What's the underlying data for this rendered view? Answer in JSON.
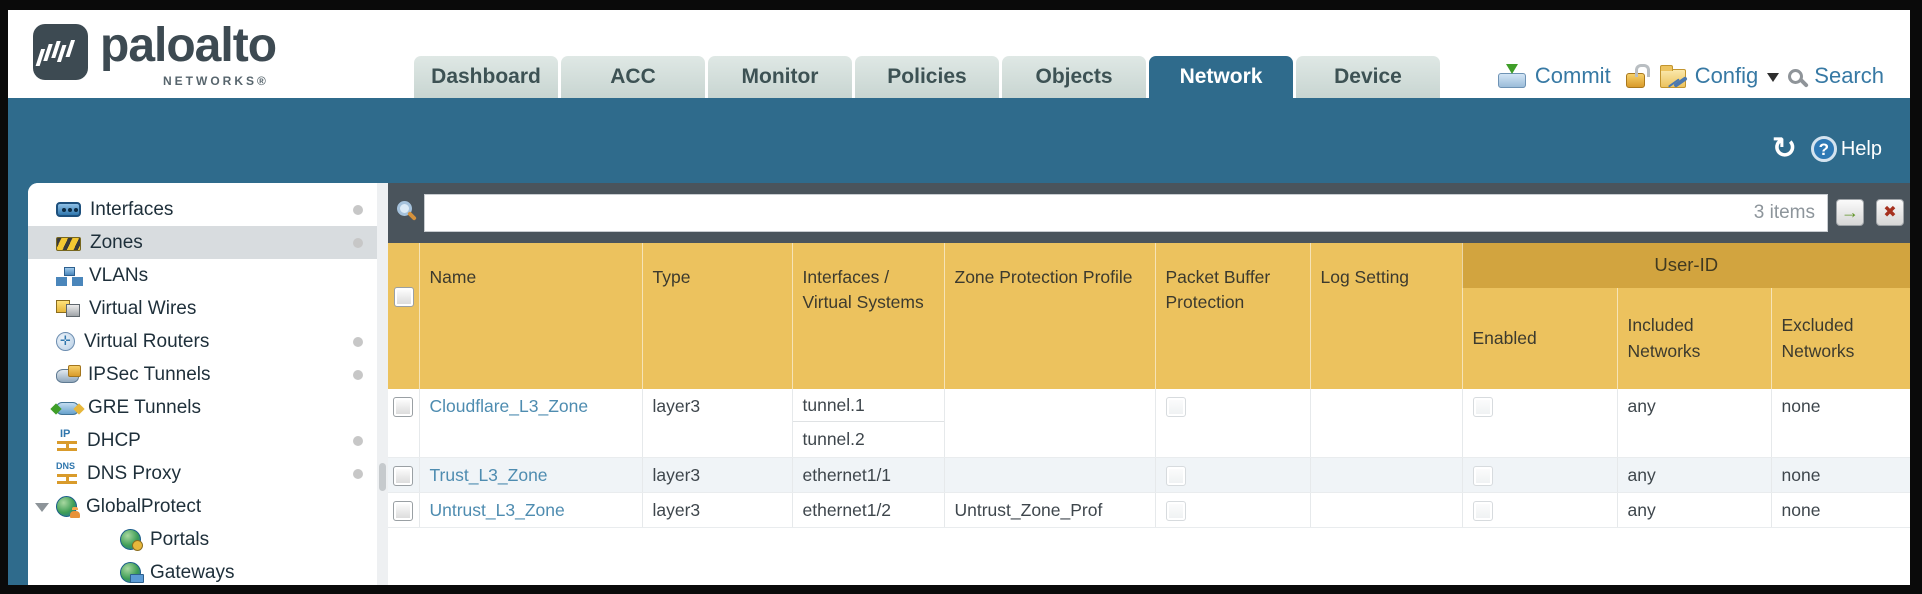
{
  "colors": {
    "teal": "#2f6b8c",
    "header_amber": "#ecc25e",
    "userid_band": "#d2a43f",
    "link_blue": "#4e8cb0",
    "searchbar_slate": "#4a545c",
    "tab_inactive": "#c8d5d1"
  },
  "header": {
    "logo": {
      "brand": "paloalto",
      "networks": "NETWORKS®",
      "icon": "paloalto-waveform-icon"
    },
    "tabs": [
      {
        "label": "Dashboard",
        "active": false
      },
      {
        "label": "ACC",
        "active": false
      },
      {
        "label": "Monitor",
        "active": false
      },
      {
        "label": "Policies",
        "active": false
      },
      {
        "label": "Objects",
        "active": false
      },
      {
        "label": "Network",
        "active": true
      },
      {
        "label": "Device",
        "active": false
      }
    ],
    "utilities": {
      "commit_label": "Commit",
      "config_label": "Config",
      "search_label": "Search",
      "icons": [
        "commit-icon",
        "unlock-icon",
        "config-folder-icon",
        "dropdown-caret-icon",
        "search-icon"
      ]
    }
  },
  "toolbar": {
    "help_label": "Help",
    "glyphs": {
      "refresh": "↻",
      "help": "?"
    },
    "icons": [
      "refresh-icon",
      "help-icon"
    ]
  },
  "sidebar": {
    "items": [
      {
        "label": "Interfaces",
        "icon": "interfaces-icon",
        "dot": true,
        "selected": false,
        "child": false
      },
      {
        "label": "Zones",
        "icon": "zones-icon",
        "dot": true,
        "selected": true,
        "child": false
      },
      {
        "label": "VLANs",
        "icon": "vlans-icon",
        "dot": false,
        "selected": false,
        "child": false
      },
      {
        "label": "Virtual Wires",
        "icon": "virtual-wires-icon",
        "dot": false,
        "selected": false,
        "child": false
      },
      {
        "label": "Virtual Routers",
        "icon": "virtual-routers-icon",
        "dot": true,
        "selected": false,
        "child": false
      },
      {
        "label": "IPSec Tunnels",
        "icon": "ipsec-tunnels-icon",
        "dot": true,
        "selected": false,
        "child": false
      },
      {
        "label": "GRE Tunnels",
        "icon": "gre-tunnels-icon",
        "dot": false,
        "selected": false,
        "child": false
      },
      {
        "label": "DHCP",
        "icon": "dhcp-icon",
        "dot": true,
        "selected": false,
        "child": false
      },
      {
        "label": "DNS Proxy",
        "icon": "dns-proxy-icon",
        "dot": true,
        "selected": false,
        "child": false
      },
      {
        "label": "GlobalProtect",
        "icon": "globalprotect-icon",
        "dot": false,
        "selected": false,
        "child": false,
        "expanded": true
      },
      {
        "label": "Portals",
        "icon": "portals-icon",
        "dot": false,
        "selected": false,
        "child": true
      },
      {
        "label": "Gateways",
        "icon": "gateways-icon",
        "dot": false,
        "selected": false,
        "child": true
      }
    ]
  },
  "main": {
    "search": {
      "value": "",
      "count": "3 items",
      "glyphs": {
        "apply": "→",
        "clear": "✖"
      },
      "icons": [
        "filter-magnifier-icon",
        "apply-filter-icon",
        "clear-filter-icon"
      ]
    },
    "table": {
      "group_header": "User-ID",
      "columns": [
        "Name",
        "Type",
        "Interfaces / Virtual Systems",
        "Zone Protection Profile",
        "Packet Buffer Protection",
        "Log Setting",
        "Enabled",
        "Included Networks",
        "Excluded Networks"
      ],
      "rows": [
        {
          "name": "Cloudflare_L3_Zone",
          "type": "layer3",
          "interfaces": [
            "tunnel.1",
            "tunnel.2"
          ],
          "zone_protection_profile": "",
          "packet_buffer_protection": false,
          "log_setting": "",
          "user_id_enabled": false,
          "included_networks": "any",
          "excluded_networks": "none"
        },
        {
          "name": "Trust_L3_Zone",
          "type": "layer3",
          "interfaces": [
            "ethernet1/1"
          ],
          "zone_protection_profile": "",
          "packet_buffer_protection": false,
          "log_setting": "",
          "user_id_enabled": false,
          "included_networks": "any",
          "excluded_networks": "none"
        },
        {
          "name": "Untrust_L3_Zone",
          "type": "layer3",
          "interfaces": [
            "ethernet1/2"
          ],
          "zone_protection_profile": "Untrust_Zone_Prof",
          "packet_buffer_protection": false,
          "log_setting": "",
          "user_id_enabled": false,
          "included_networks": "any",
          "excluded_networks": "none"
        }
      ]
    }
  }
}
